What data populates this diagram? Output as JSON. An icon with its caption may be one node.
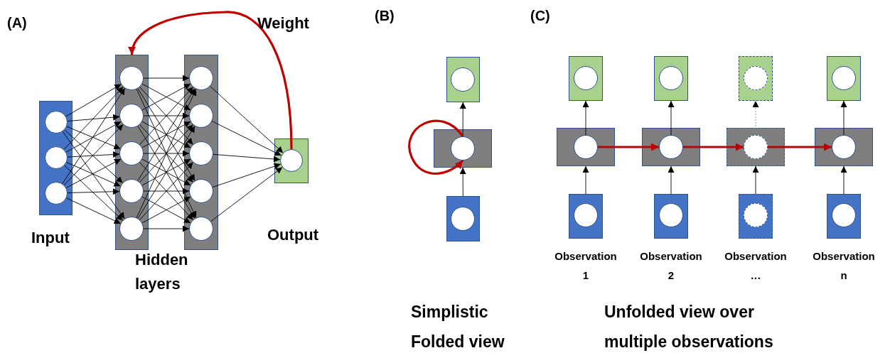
{
  "diagram": {
    "nodes": [
      {
        "text": [],
        "shape": "box",
        "beside": [
          "Input"
        ]
      },
      {
        "text": [],
        "shape": "circle",
        "in": 0
      },
      {
        "text": [],
        "shape": "circle",
        "in": 0
      },
      {
        "text": [],
        "shape": "circle",
        "in": 0
      },
      {
        "text": [],
        "shape": "box"
      },
      {
        "text": [],
        "shape": "circle",
        "in": 4
      },
      {
        "text": [],
        "shape": "circle",
        "in": 4
      },
      {
        "text": [],
        "shape": "circle",
        "in": 4
      },
      {
        "text": [],
        "shape": "circle",
        "in": 4
      },
      {
        "text": [],
        "shape": "circle",
        "in": 4
      },
      {
        "text": [],
        "shape": "box"
      },
      {
        "text": [],
        "shape": "circle",
        "in": 10
      },
      {
        "text": [],
        "shape": "circle",
        "in": 10
      },
      {
        "text": [],
        "shape": "circle",
        "in": 10
      },
      {
        "text": [],
        "shape": "circle",
        "in": 10
      },
      {
        "text": [],
        "shape": "circle",
        "in": 10
      },
      {
        "text": [],
        "shape": "box",
        "beside": [
          "Output"
        ]
      },
      {
        "text": [],
        "shape": "circle",
        "in": 16
      },
      {
        "text": [],
        "shape": "box"
      },
      {
        "text": [],
        "shape": "circle",
        "in": 18
      },
      {
        "text": [],
        "shape": "box"
      },
      {
        "text": [],
        "shape": "circle",
        "in": 20
      },
      {
        "text": [],
        "shape": "box"
      },
      {
        "text": [],
        "shape": "circle",
        "in": 22
      },
      {
        "text": [],
        "shape": "box"
      },
      {
        "text": [],
        "shape": "circle",
        "in": 24
      },
      {
        "text": [],
        "shape": "box"
      },
      {
        "text": [],
        "shape": "circle",
        "in": 26
      },
      {
        "text": [],
        "shape": "box",
        "beside": [
          "Observation 1"
        ]
      },
      {
        "text": [],
        "shape": "circle",
        "in": 28
      },
      {
        "text": [],
        "shape": "box"
      },
      {
        "text": [],
        "shape": "circle",
        "in": 30
      },
      {
        "text": [],
        "shape": "box"
      },
      {
        "text": [],
        "shape": "circle",
        "in": 32
      },
      {
        "text": [],
        "shape": "box",
        "beside": [
          "Observation 2"
        ]
      },
      {
        "text": [],
        "shape": "circle",
        "in": 34
      },
      {
        "text": [],
        "shape": "box"
      },
      {
        "text": [],
        "shape": "circle",
        "in": 36
      },
      {
        "text": [],
        "shape": "box"
      },
      {
        "text": [],
        "shape": "circle",
        "in": 38
      },
      {
        "text": [],
        "shape": "box",
        "beside": [
          "Observation …"
        ]
      },
      {
        "text": [],
        "shape": "circle",
        "in": 40
      },
      {
        "text": [],
        "shape": "box"
      },
      {
        "text": [],
        "shape": "circle",
        "in": 42
      },
      {
        "text": [],
        "shape": "box"
      },
      {
        "text": [],
        "shape": "circle",
        "in": 44
      },
      {
        "text": [],
        "shape": "box",
        "beside": [
          "Observation n"
        ]
      },
      {
        "text": [],
        "shape": "circle",
        "in": 46
      }
    ],
    "edges": [
      {
        "from": 1,
        "to": 5,
        "arrow": "to"
      },
      {
        "from": 1,
        "to": 6,
        "arrow": "to"
      },
      {
        "from": 1,
        "to": 7,
        "arrow": "to"
      },
      {
        "from": 1,
        "to": 8,
        "arrow": "to"
      },
      {
        "from": 1,
        "to": 9,
        "arrow": "to"
      },
      {
        "from": 2,
        "to": 5,
        "arrow": "to"
      },
      {
        "from": 2,
        "to": 6,
        "arrow": "to"
      },
      {
        "from": 2,
        "to": 7,
        "arrow": "to"
      },
      {
        "from": 2,
        "to": 8,
        "arrow": "to"
      },
      {
        "from": 2,
        "to": 9,
        "arrow": "to"
      },
      {
        "from": 3,
        "to": 5,
        "arrow": "to"
      },
      {
        "from": 3,
        "to": 6,
        "arrow": "to"
      },
      {
        "from": 3,
        "to": 7,
        "arrow": "to"
      },
      {
        "from": 3,
        "to": 8,
        "arrow": "to"
      },
      {
        "from": 3,
        "to": 9,
        "arrow": "to"
      },
      {
        "from": 5,
        "to": 11,
        "arrow": "to"
      },
      {
        "from": 5,
        "to": 12,
        "arrow": "to"
      },
      {
        "from": 5,
        "to": 13,
        "arrow": "to"
      },
      {
        "from": 5,
        "to": 14,
        "arrow": "to"
      },
      {
        "from": 5,
        "to": 15,
        "arrow": "to"
      },
      {
        "from": 6,
        "to": 11,
        "arrow": "to"
      },
      {
        "from": 6,
        "to": 12,
        "arrow": "to"
      },
      {
        "from": 6,
        "to": 13,
        "arrow": "to"
      },
      {
        "from": 6,
        "to": 14,
        "arrow": "to"
      },
      {
        "from": 6,
        "to": 15,
        "arrow": "to"
      },
      {
        "from": 7,
        "to": 11,
        "arrow": "to"
      },
      {
        "from": 7,
        "to": 12,
        "arrow": "to"
      },
      {
        "from": 7,
        "to": 13,
        "arrow": "to"
      },
      {
        "from": 7,
        "to": 14,
        "arrow": "to"
      },
      {
        "from": 7,
        "to": 15,
        "arrow": "to"
      },
      {
        "from": 8,
        "to": 11,
        "arrow": "to"
      },
      {
        "from": 8,
        "to": 12,
        "arrow": "to"
      },
      {
        "from": 8,
        "to": 13,
        "arrow": "to"
      },
      {
        "from": 8,
        "to": 14,
        "arrow": "to"
      },
      {
        "from": 8,
        "to": 15,
        "arrow": "to"
      },
      {
        "from": 9,
        "to": 11,
        "arrow": "to"
      },
      {
        "from": 9,
        "to": 12,
        "arrow": "to"
      },
      {
        "from": 9,
        "to": 13,
        "arrow": "to"
      },
      {
        "from": 9,
        "to": 14,
        "arrow": "to"
      },
      {
        "from": 9,
        "to": 15,
        "arrow": "to"
      },
      {
        "from": 11,
        "to": 17,
        "arrow": "to"
      },
      {
        "from": 12,
        "to": 17,
        "arrow": "to"
      },
      {
        "from": 13,
        "to": 17,
        "arrow": "to"
      },
      {
        "from": 14,
        "to": 17,
        "arrow": "to"
      },
      {
        "from": 15,
        "to": 17,
        "arrow": "to"
      },
      {
        "from": 17,
        "to": 4,
        "arrow": "to",
        "style": "thick",
        "color": "#c00000"
      },
      {
        "from": 22,
        "to": 20,
        "arrow": "to"
      },
      {
        "from": 21,
        "to": 18,
        "arrow": "to"
      },
      {
        "from": 21,
        "to": 21,
        "arrow": "to",
        "style": "thick",
        "color": "#c00000"
      },
      {
        "from": 28,
        "to": 26,
        "arrow": "to"
      },
      {
        "from": 27,
        "to": 24,
        "arrow": "to"
      },
      {
        "from": 27,
        "to": 33,
        "arrow": "to",
        "style": "thick",
        "color": "#c00000"
      },
      {
        "from": 34,
        "to": 32,
        "arrow": "to"
      },
      {
        "from": 33,
        "to": 30,
        "arrow": "to"
      },
      {
        "from": 33,
        "to": 39,
        "arrow": "to",
        "style": "thick",
        "color": "#c00000"
      },
      {
        "from": 40,
        "to": 38,
        "arrow": "to"
      },
      {
        "from": 39,
        "to": 36,
        "arrow": "to",
        "style": "dashed",
        "color": "#888888"
      },
      {
        "from": 39,
        "to": 45,
        "arrow": "to",
        "style": "thick",
        "color": "#c00000"
      },
      {
        "from": 46,
        "to": 44,
        "arrow": "to"
      },
      {
        "from": 45,
        "to": 42,
        "arrow": "to"
      }
    ],
    "labels": [
      "(A)",
      "Weight",
      "(B)",
      "(C)",
      "Hidden layers",
      "Simplistic Folded view",
      "Unfolded view over multiple observations"
    ]
  }
}
